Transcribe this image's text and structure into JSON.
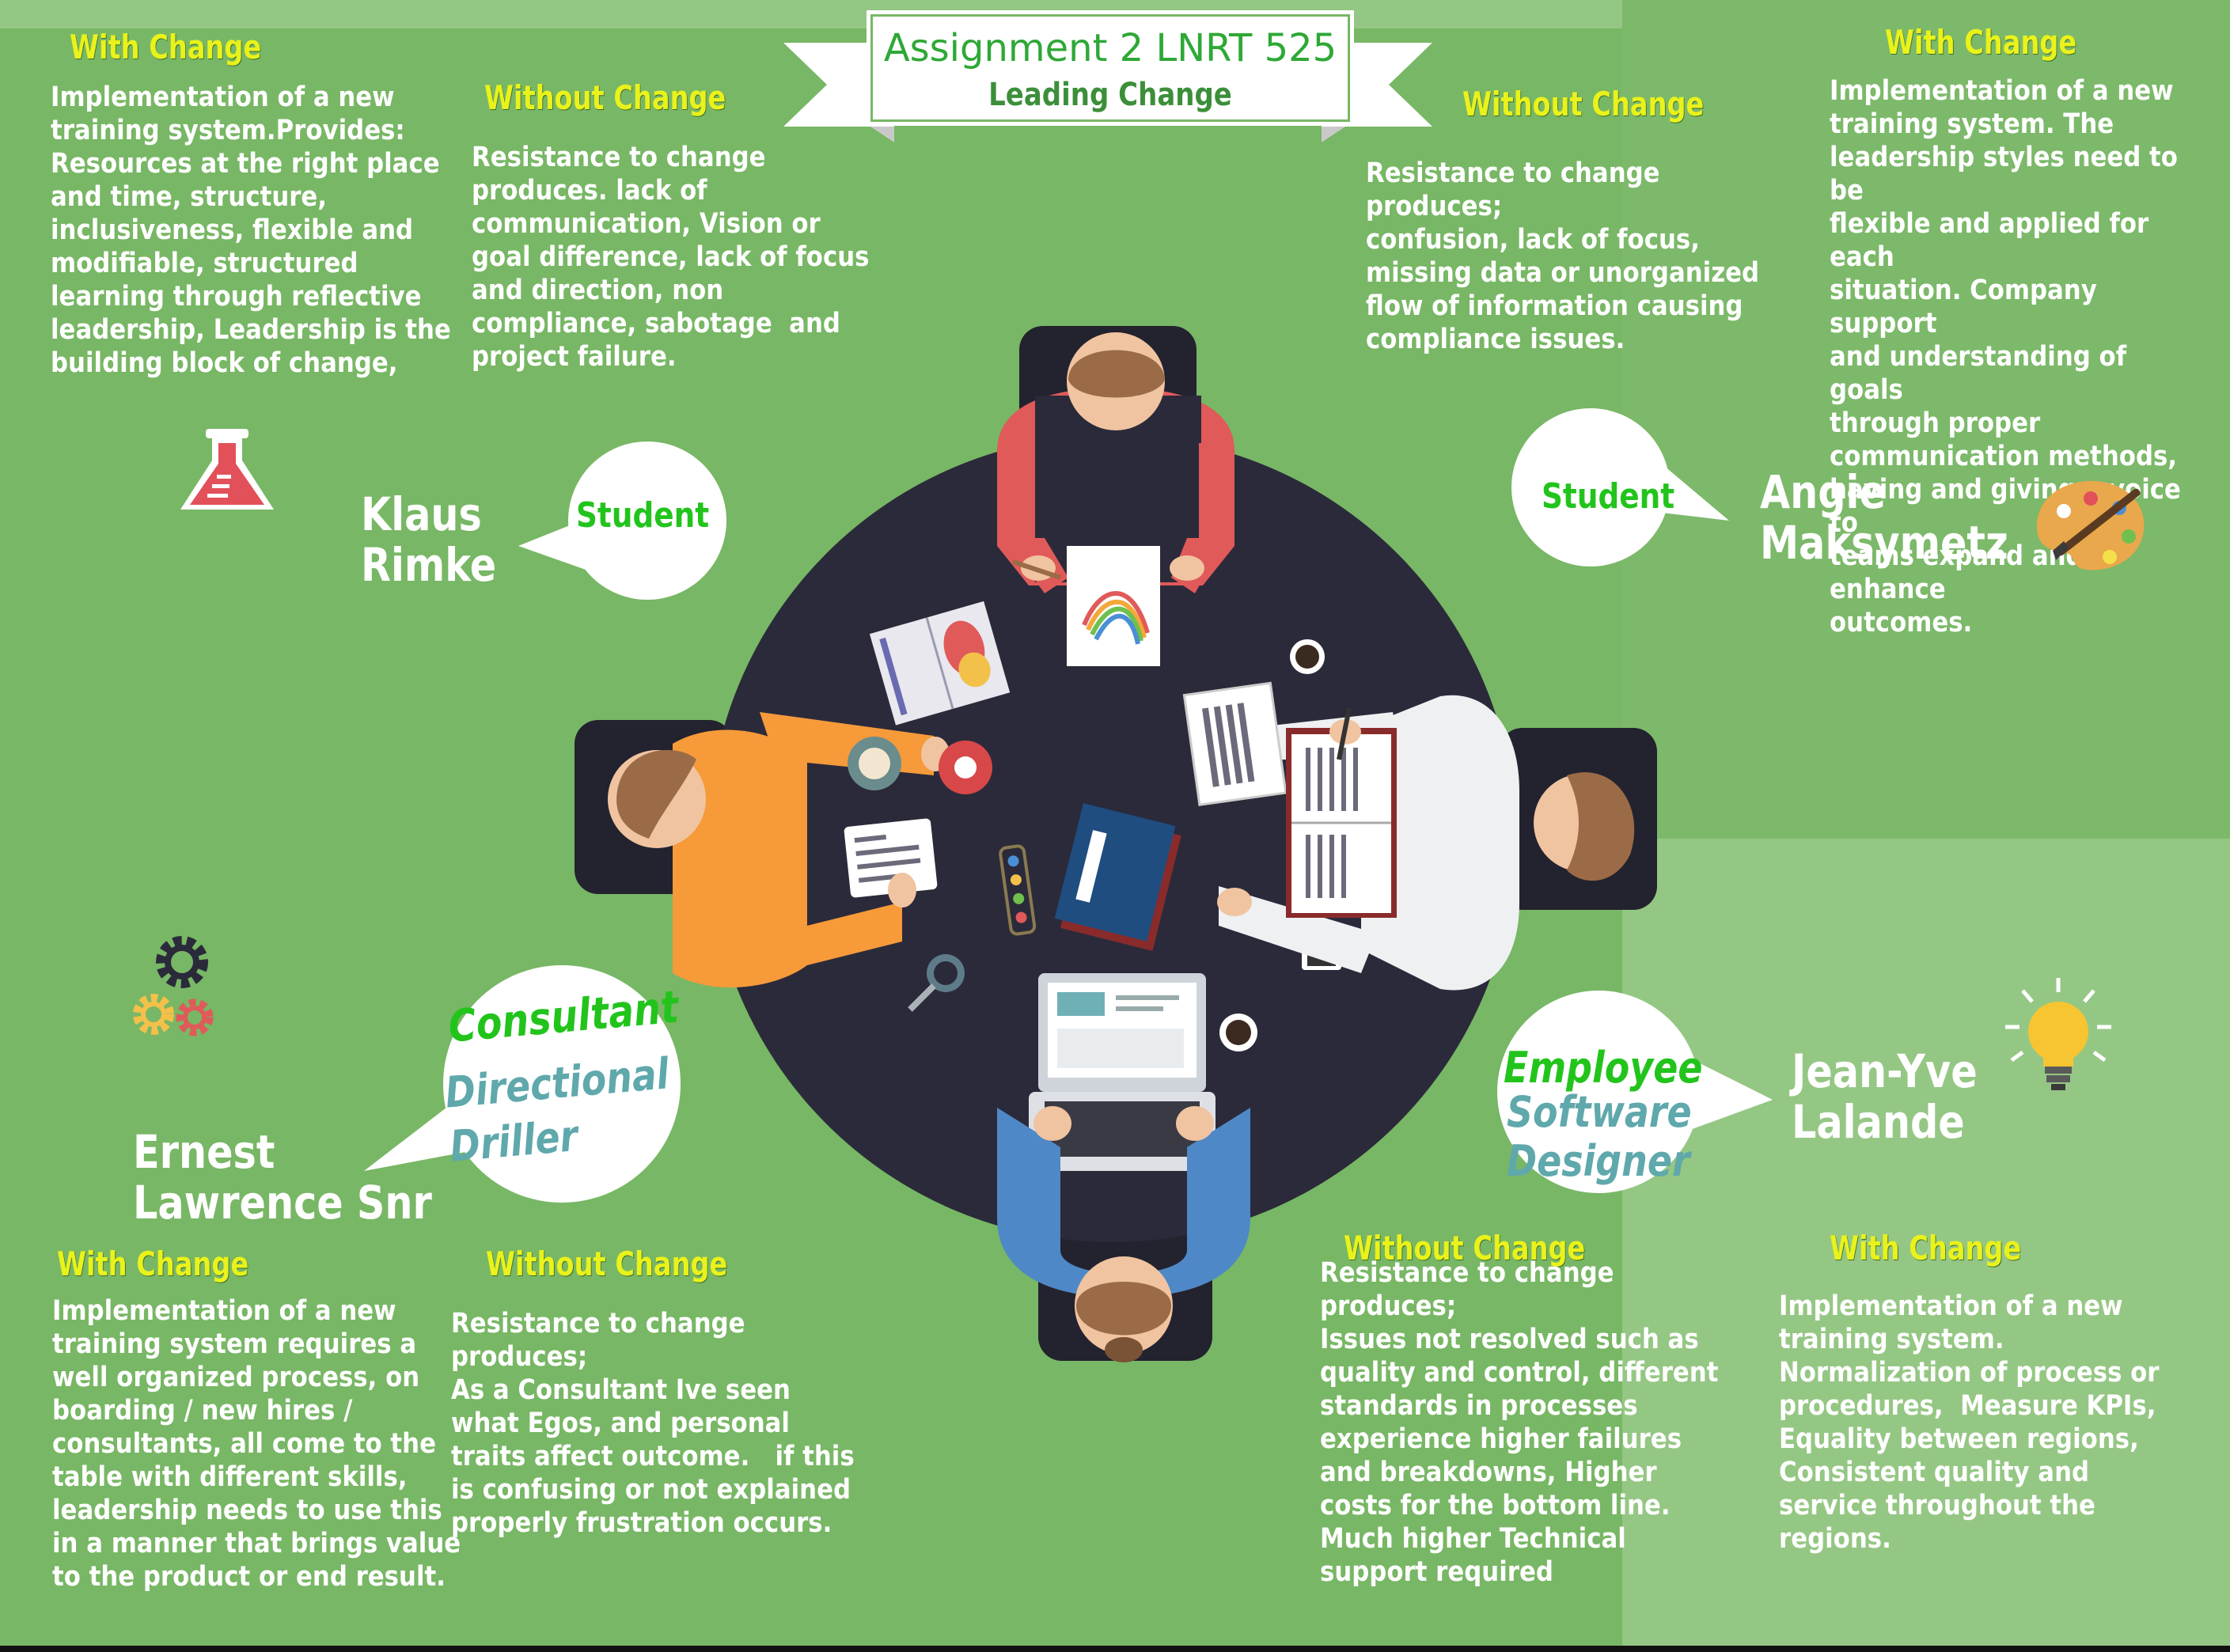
{
  "colors": {
    "background": "#78b765",
    "header_yellow": "#e9f21b",
    "text_white": "#ffffff",
    "title_green": "#2ea836",
    "table": "#2b2a3a",
    "bubble_green_text": "#22c41c",
    "bubble_teal_text": "#5fa8ac"
  },
  "title": {
    "line1": "Assignment 2 LNRT 525",
    "line2": "Leading Change"
  },
  "klaus": {
    "name": "Klaus\nRimke",
    "role": "Student",
    "icon": "flask-icon",
    "with_change_header": "With Change",
    "with_change_text": "Implementation of a new\ntraining system.Provides:\nResources at the right place\nand time, structure,\ninclusiveness, flexible and\nmodifiable, structured\nlearning through reflective\nleadership, Leadership is the\nbuilding block of change,",
    "without_change_header": "Without Change",
    "without_change_text": "Resistance to change\nproduces. lack of\ncommunication, Vision or\ngoal difference, lack of focus\nand direction, non\ncompliance, sabotage  and\nproject failure."
  },
  "angie": {
    "name": "Angie\nMaksymetz",
    "role": "Student",
    "icon": "palette-icon",
    "without_change_header": "Without Change",
    "without_change_text": "Resistance to change\nproduces;\nconfusion, lack of focus,\nmissing data or unorganized\nflow of information causing\ncompliance issues.",
    "with_change_header": "With Change",
    "with_change_text": "Implementation of a new\ntraining system. The\nleadership styles need to be\nflexible and applied for each\nsituation. Company support\nand understanding of goals\nthrough proper\ncommunication methods,\nhaving and giving a voice to\nteams expand and enhance\noutcomes."
  },
  "ernest": {
    "name": "Ernest\nLawrence Snr",
    "role_line1": "Consultant",
    "role_line2": "Directional",
    "role_line3": "Driller",
    "icon": "gears-icon",
    "with_change_header": "With Change",
    "with_change_text": "Implementation of a new\ntraining system requires a\nwell organized process, on\nboarding / new hires /\nconsultants, all come to the\ntable with different skills,\nleadership needs to use this\nin a manner that brings value\nto the product or end result.",
    "without_change_header": "Without Change",
    "without_change_text": "Resistance to change\nproduces;\nAs a Consultant Ive seen\nwhat Egos, and personal\ntraits affect outcome.   if this\nis confusing or not explained\nproperly frustration occurs."
  },
  "jean": {
    "name": "Jean-Yve\nLalande",
    "role_line1": "Employee",
    "role_line2": "Software",
    "role_line3": "Designer",
    "icon": "lightbulb-icon",
    "without_change_header": "Without Change",
    "without_change_text": "Resistance to change\nproduces;\nIssues not resolved such as\nquality and control, different\nstandards in processes\nexperience higher failures\nand breakdowns, Higher\ncosts for the bottom line.\nMuch higher Technical\nsupport required",
    "with_change_header": "With Change",
    "with_change_text": "Implementation of a new\ntraining system.\nNormalization of process or\nprocedures,  Measure KPIs,\nEquality between regions,\nConsistent quality and\nservice throughout the\nregions."
  }
}
